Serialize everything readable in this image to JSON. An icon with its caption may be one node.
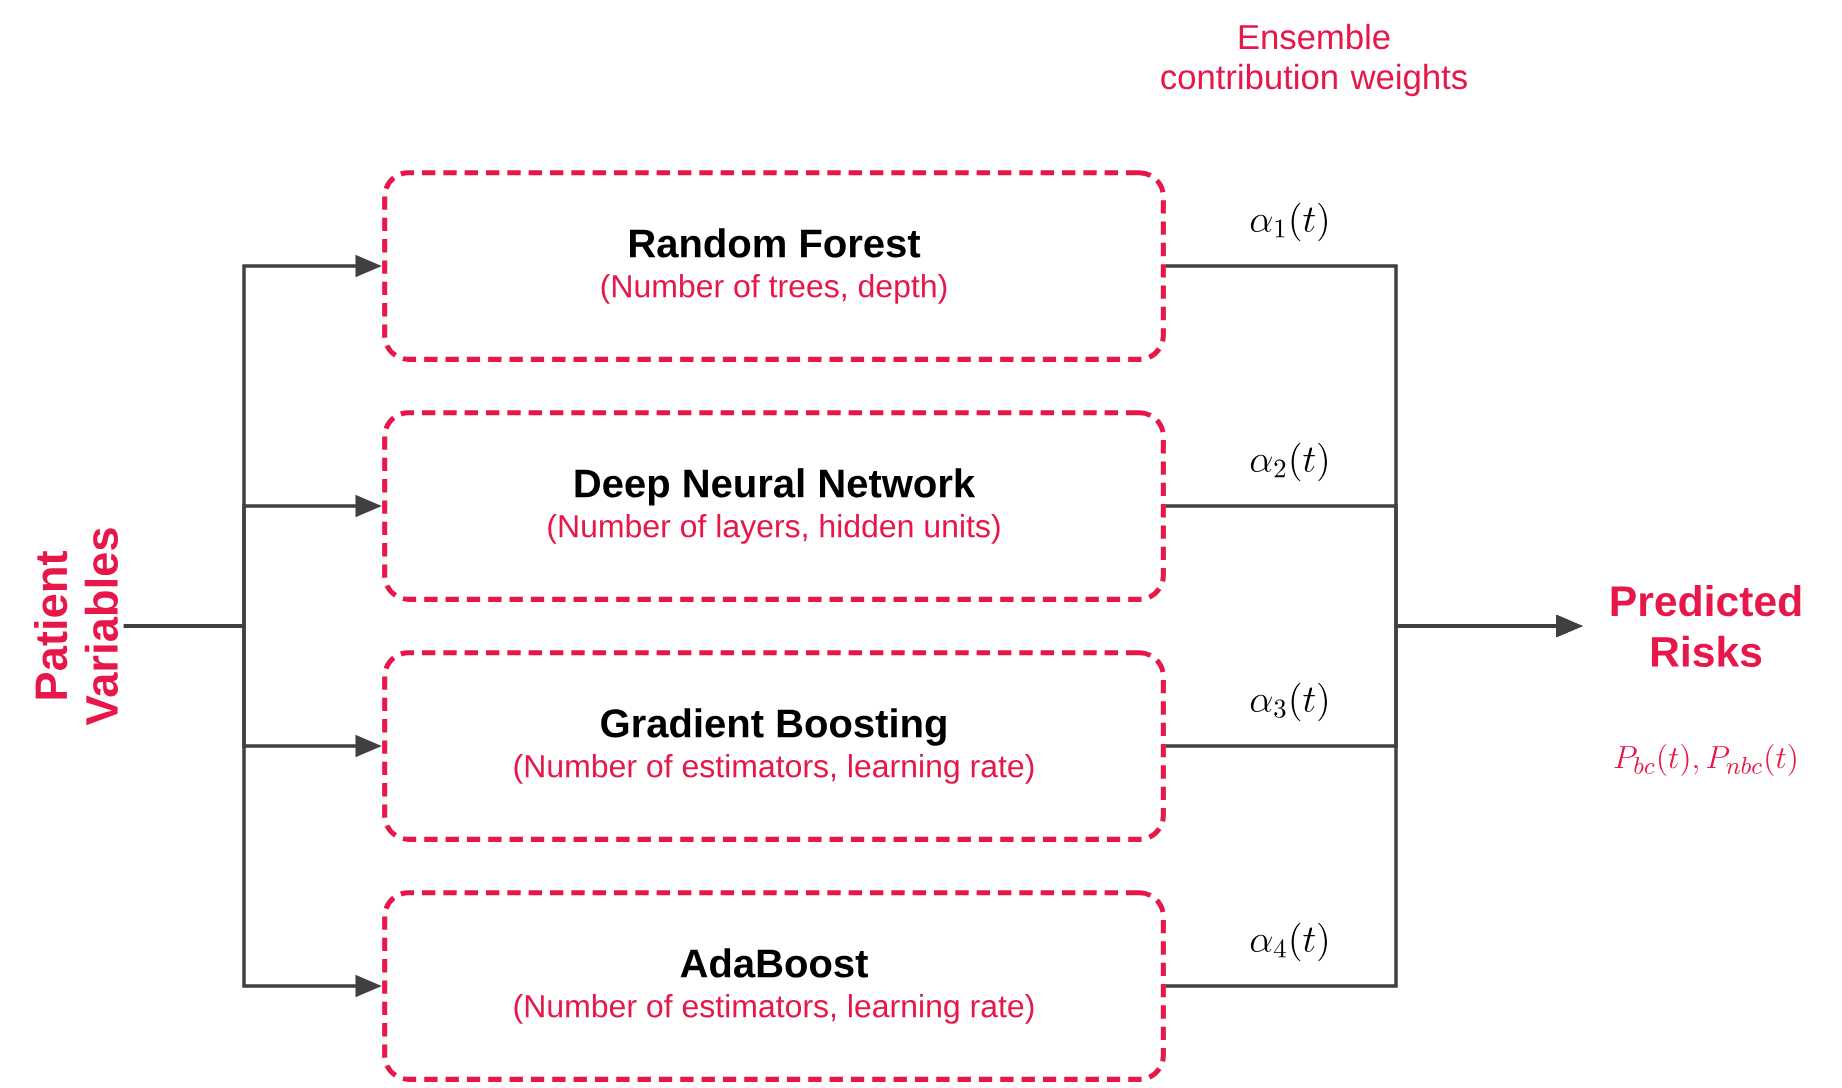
{
  "diagram": {
    "nodes": [
      {
        "text": [
          "Patient Variables"
        ]
      },
      {
        "text": [
          "Random Forest",
          "(Number of trees, depth)"
        ]
      },
      {
        "text": [
          "Deep Neural Network",
          "(Number of layers, hidden units)"
        ]
      },
      {
        "text": [
          "Gradient Boosting",
          "(Number of estimators, learning rate)"
        ]
      },
      {
        "text": [
          "AdaBoost",
          "(Number of estimators, learning rate)"
        ]
      },
      {
        "text": [
          "Predicted Risks"
        ],
        "beside": [
          "P_{bc}(t), P_{nbc}(t)"
        ]
      }
    ],
    "edges": [
      {
        "from": 0,
        "to": 1,
        "arrow": "to"
      },
      {
        "from": 0,
        "to": 2,
        "arrow": "to"
      },
      {
        "from": 0,
        "to": 3,
        "arrow": "to"
      },
      {
        "from": 0,
        "to": 4,
        "arrow": "to"
      },
      {
        "from": 1,
        "to": 5,
        "arrow": "to",
        "label": "\\alpha_1(t)"
      },
      {
        "from": 2,
        "to": 5,
        "arrow": "to",
        "label": "\\alpha_2(t)"
      },
      {
        "from": 3,
        "to": 5,
        "arrow": "to",
        "label": "\\alpha_3(t)"
      },
      {
        "from": 4,
        "to": 5,
        "arrow": "to",
        "label": "\\alpha_4(t)"
      }
    ],
    "labels": [
      "Ensemble contribution weights"
    ]
  }
}
